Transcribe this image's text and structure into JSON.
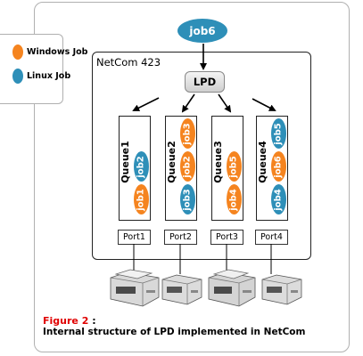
{
  "legend": {
    "windows_label": "Windows Job",
    "linux_label": "Linux Job",
    "windows_color": "#f5841f",
    "linux_color": "#2e8fb8"
  },
  "incoming_job": {
    "label": "job6",
    "kind": "linux"
  },
  "netcom": {
    "title": "NetCom 423"
  },
  "lpd": {
    "label": "LPD"
  },
  "queues": [
    {
      "label": "Queue1",
      "port": "Port1",
      "jobs": [
        {
          "label": "job1",
          "kind": "windows"
        },
        {
          "label": "job2",
          "kind": "linux"
        }
      ]
    },
    {
      "label": "Queue2",
      "port": "Port2",
      "jobs": [
        {
          "label": "job3",
          "kind": "linux"
        },
        {
          "label": "job2",
          "kind": "windows"
        },
        {
          "label": "job3",
          "kind": "windows"
        }
      ]
    },
    {
      "label": "Queue3",
      "port": "Port3",
      "jobs": [
        {
          "label": "job4",
          "kind": "windows"
        },
        {
          "label": "job5",
          "kind": "windows"
        }
      ]
    },
    {
      "label": "Queue4",
      "port": "Port4",
      "jobs": [
        {
          "label": "job4",
          "kind": "linux"
        },
        {
          "label": "job6",
          "kind": "windows"
        },
        {
          "label": "job5",
          "kind": "linux"
        }
      ]
    }
  ],
  "caption": {
    "figure": "Figure 2",
    "colon": " :",
    "text": "Internal structure of LPD implemented in NetCom"
  }
}
